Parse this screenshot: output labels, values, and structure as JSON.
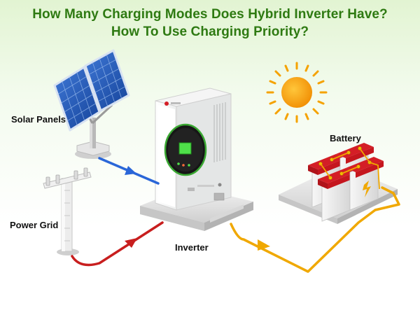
{
  "title": {
    "line1": "How Many Charging Modes Does Hybrid Inverter Have?",
    "line2": "How To Use Charging Priority?"
  },
  "labels": {
    "solar_panels": "Solar Panels",
    "power_grid": "Power Grid",
    "inverter": "Inverter",
    "battery": "Battery"
  },
  "colors": {
    "title": "#2e7a12",
    "solar_flow": "#2a66d8",
    "grid_flow": "#c81e1e",
    "battery_flow": "#f0a800",
    "sun": "#f5a200",
    "battery_cap": "#d41e26",
    "inverter_ring": "#3aa832"
  },
  "icons": [
    "solar-panel-icon",
    "utility-pole-icon",
    "hybrid-inverter-icon",
    "battery-bank-icon",
    "sun-icon"
  ]
}
